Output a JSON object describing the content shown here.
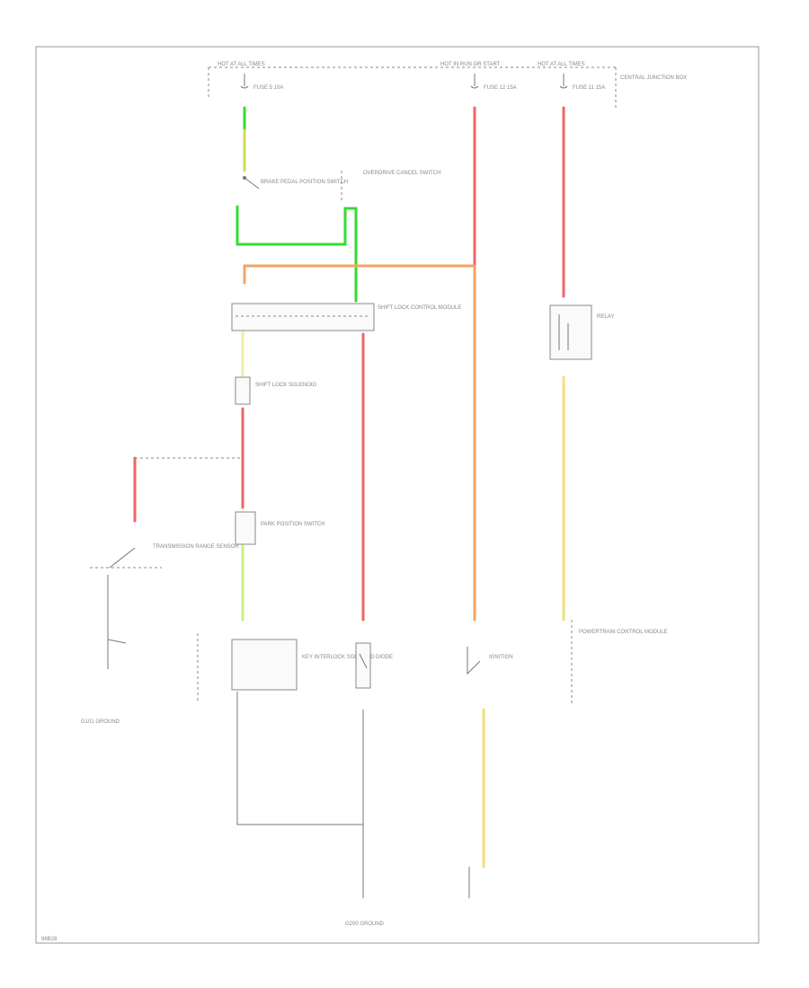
{
  "colors": {
    "green": "#33dd33",
    "red": "#ee6666",
    "orange": "#f5a463",
    "yellow": "#f2e07a",
    "yellow_green": "#ccdd55",
    "ink": "#777777"
  },
  "labels": {
    "top_hot_1": "HOT AT ALL TIMES",
    "top_hot_2": "HOT IN RUN OR START",
    "top_hot_3": "HOT AT ALL TIMES",
    "fuse_1": "FUSE 5 10A",
    "fuse_2": "FUSE 12 15A",
    "fuse_3": "FUSE 11 15A",
    "central_junction": "CENTRAL JUNCTION BOX",
    "brake_switch": "BRAKE PEDAL POSITION SWITCH",
    "overdrive_switch": "OVERDRIVE CANCEL SWITCH",
    "shift_lock_module": "SHIFT LOCK CONTROL MODULE",
    "shift_lock_solenoid": "SHIFT LOCK SOLENOID",
    "diode": "DIODE",
    "relay": "RELAY",
    "park_position_switch": "PARK POSITION SWITCH",
    "transmission_range": "TRANSMISSION RANGE SENSOR",
    "key_interlock": "KEY INTERLOCK SOLENOID",
    "ignition": "IGNITION",
    "powertrain_module": "POWERTRAIN CONTROL MODULE",
    "ground_main": "G200 GROUND",
    "ground_left": "G101 GROUND",
    "corner_code": "96B28"
  }
}
